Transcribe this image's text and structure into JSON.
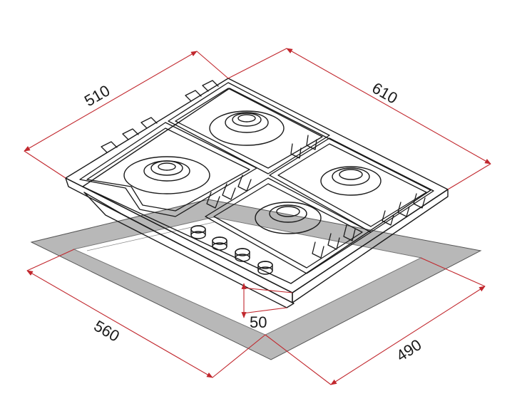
{
  "dimensions": {
    "top_left": "510",
    "top_right": "610",
    "cutout_left": "560",
    "cutout_right": "490",
    "depth": "50"
  },
  "colors": {
    "dimension_line": "#c1272d",
    "cutout_fill": "#b8b8b8",
    "outline": "#1a1a1a"
  }
}
